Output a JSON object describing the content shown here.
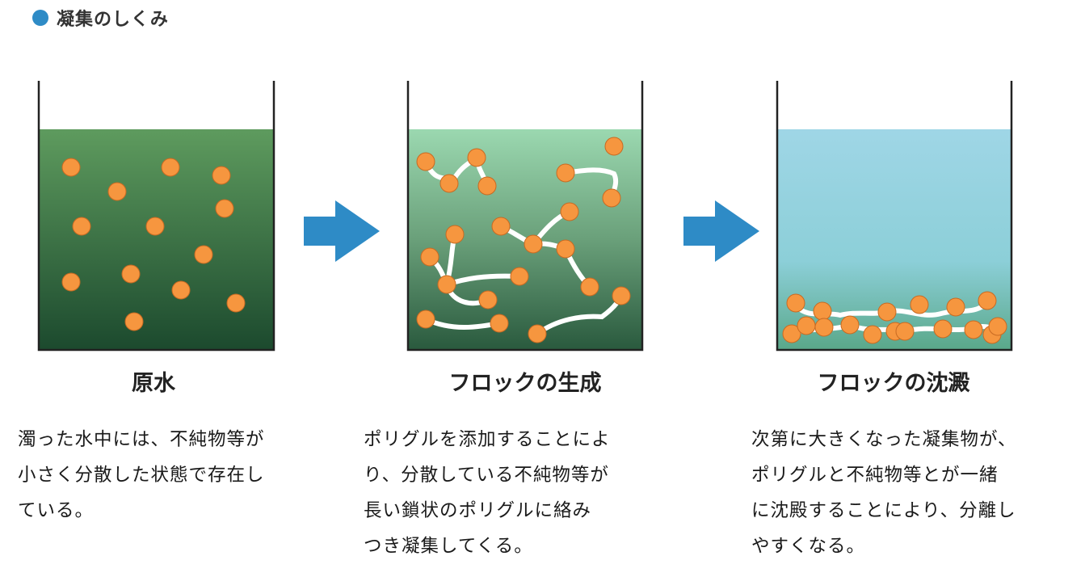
{
  "header": {
    "title": "凝集のしくみ",
    "bullet_color": "#2e8bc6"
  },
  "colors": {
    "arrow": "#2e8bc6",
    "particle": "#f6963f",
    "particle_stroke": "#c86a22",
    "raw_water_top": "#5e9b5e",
    "raw_water_bottom": "#1c4a2e",
    "floc_water_top": "#9bd8b0",
    "floc_water_bottom": "#2a5a3e",
    "settled_water_top": "#9fd6e6",
    "settled_water_bottom": "#5aa88a",
    "polymer": "#ffffff"
  },
  "icons": {
    "arrow_1": "right-arrow-icon",
    "arrow_2": "right-arrow-icon"
  },
  "stages": [
    {
      "title": "原水",
      "description": "濁った水中には、不純物等が\n小さく分散した状態で存在し\nている。"
    },
    {
      "title": "フロックの生成",
      "description": "ポリグルを添加することによ\nり、分散している不純物等が\n長い鎖状のポリグルに絡み\nつき凝集してくる。"
    },
    {
      "title": "フロックの沈澱",
      "description": "次第に大きくなった凝集物が、\nポリグルと不純物等とが一緒\nに沈殿することにより、分離し\nやすくなる。"
    }
  ]
}
